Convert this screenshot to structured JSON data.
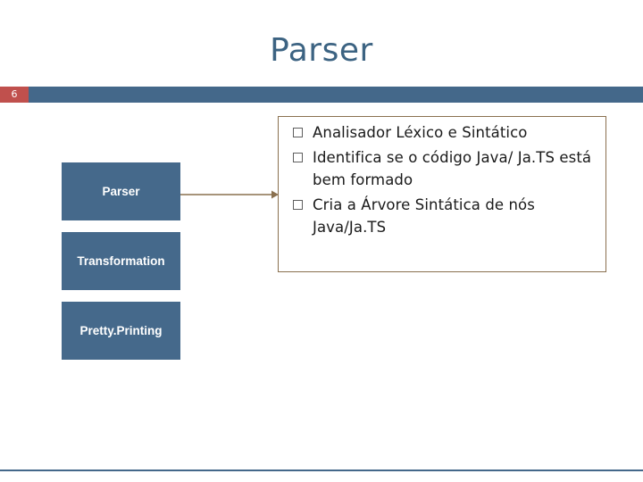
{
  "slide": {
    "title": "Parser",
    "number": "6",
    "colors": {
      "title_text": "#3c6382",
      "header_bar": "#44688a",
      "number_badge": "#c0504d",
      "box_fill": "#45698b",
      "box_text": "#ffffff",
      "content_border": "#8a704f",
      "connector": "#8a704f"
    }
  },
  "left_stack": {
    "items": [
      {
        "label": "Parser"
      },
      {
        "label": "Transformation"
      },
      {
        "label": "Pretty.Printing"
      }
    ]
  },
  "content": {
    "bullets": [
      "Analisador Léxico e Sintático",
      "Identifica se o código Java/ Ja.TS está bem formado",
      "Cria a Árvore Sintática de nós Java/Ja.TS"
    ]
  },
  "icons": {
    "bullet": "square-outline-icon",
    "connector": "arrow-right-icon"
  }
}
